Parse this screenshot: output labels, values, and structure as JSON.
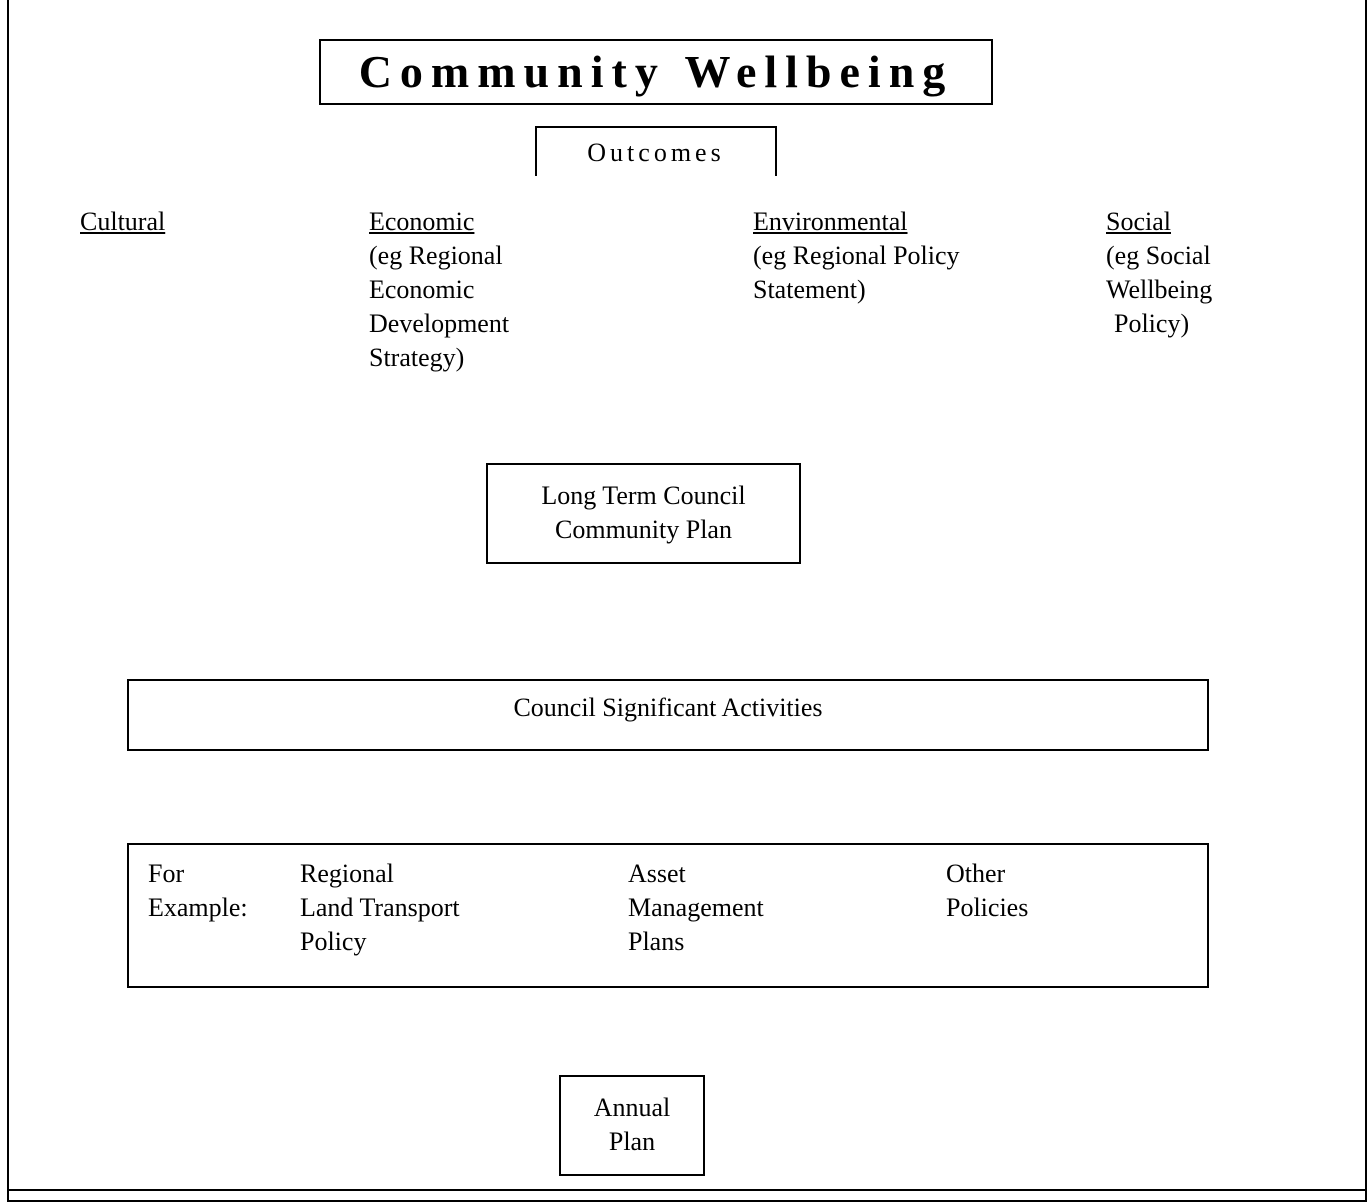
{
  "title": "Community Wellbeing",
  "outcomes_label": "Outcomes",
  "outcomes": [
    {
      "heading": "Cultural",
      "lines": []
    },
    {
      "heading": "Economic",
      "lines": [
        "(eg Regional",
        "Economic",
        "Development",
        "Strategy)"
      ]
    },
    {
      "heading": "Environmental",
      "lines": [
        "(eg Regional Policy",
        "Statement)"
      ]
    },
    {
      "heading": "Social",
      "lines": [
        "(eg Social",
        "Wellbeing",
        "Policy)"
      ]
    }
  ],
  "plan": {
    "line1": "Long Term Council",
    "line2": "Community Plan"
  },
  "activities_label": "Council Significant Activities",
  "examples": {
    "intro": [
      "For",
      "Example:"
    ],
    "transport": [
      "Regional",
      "Land Transport",
      "Policy"
    ],
    "asset": [
      "Asset",
      "Management",
      "Plans"
    ],
    "other": [
      "Other",
      "Policies"
    ]
  },
  "annual": {
    "line1": "Annual",
    "line2": "Plan"
  },
  "colors": {
    "line": "#000000",
    "watermark": "#d9d9d9",
    "background": "#ffffff"
  }
}
